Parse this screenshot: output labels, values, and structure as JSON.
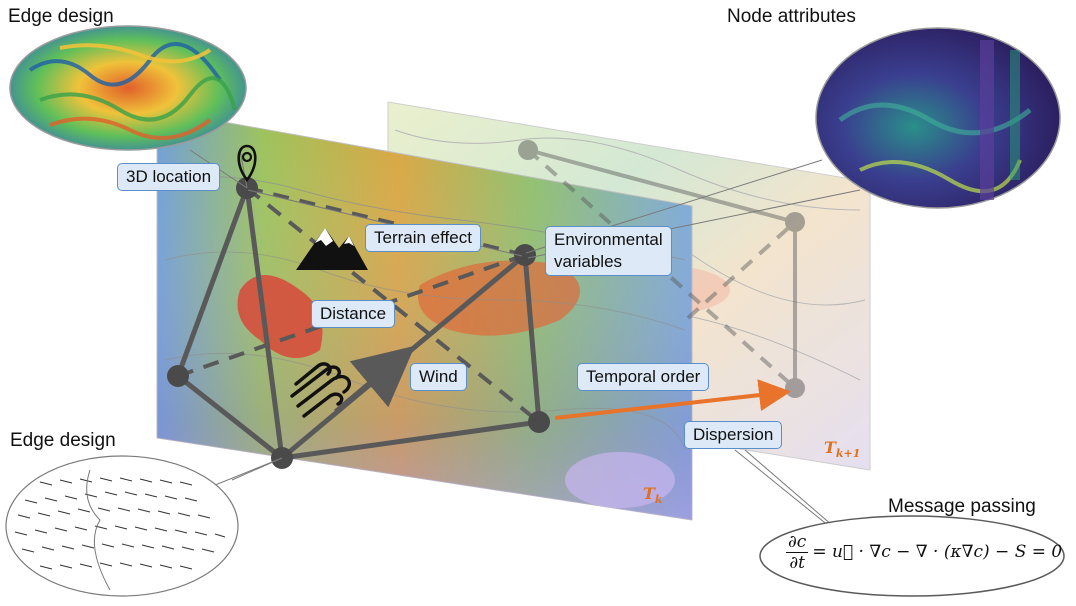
{
  "headings": {
    "edge_design_top": "Edge design",
    "node_attributes": "Node attributes",
    "edge_design_bottom": "Edge design",
    "message_passing": "Message passing"
  },
  "labels": {
    "location": "3D location",
    "terrain": "Terrain effect",
    "environmental": "Environmental\nvariables",
    "distance": "Distance",
    "wind": "Wind",
    "temporal": "Temporal order",
    "dispersion": "Dispersion"
  },
  "plane_labels": {
    "current_base": "T",
    "current_sub": "k",
    "next_base": "T",
    "next_sub": "k+1"
  },
  "equation": {
    "numerator": "∂c",
    "denominator": "∂t",
    "rhs": "= u⃗ · ∇c − ∇ · (κ∇c) − S = 0"
  },
  "icons": [
    "location-pin-icon",
    "mountain-icon",
    "wind-icon"
  ],
  "colors": {
    "label_fill": "#dde9f6",
    "label_border": "#5b8fc9",
    "edge": "#595959",
    "node": "#4a4a4a",
    "temporal_arrow": "#e8732a"
  }
}
